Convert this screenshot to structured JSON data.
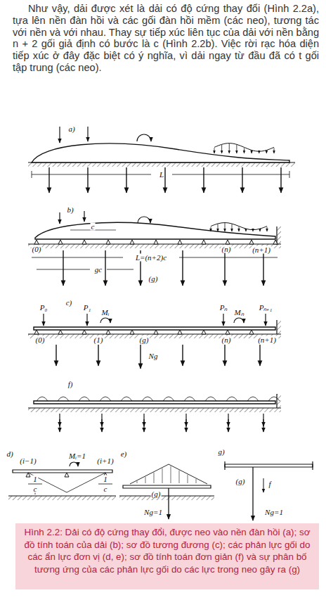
{
  "diagram": {
    "caption": "Hình 2.2: Dải có độ cứng thay đổi, được neo vào nền đàn hồi (a); sơ đồ tính toán của dải (b); sơ đồ tương đương (c); các phản lực gối do các ẩn lực đơn vị (d, e); sơ đồ tính toán đơn giản (f) và sự phân bố tương ứng của các phản lực gối do các lực trong neo gây ra (g)",
    "labels": [
      "Như vậy, dải được xét là dải có độ cứng thay đổi (Hình 2.2a), tựa lên nền đàn hồi và các gối đàn hồi mềm (các neo), tương tác với nền và với nhau. Thay sự tiếp xúc liên tục của dải với nền bằng n + 2 gối giả định có bước là c (Hình 2.2b). Việc rời rạc hóa diện tiếp xúc ở đây đặc biệt có ý nghĩa, vì dải ngay từ đầu đã có t gối tập trung (các neo).",
      "a)",
      "L",
      "b)",
      "(0)",
      "c",
      "(n)",
      "(n+1)",
      "L=(n+2)c",
      "gc",
      "(g)",
      "c)",
      "P₀",
      "P₁",
      "Mᵢ",
      "Pₙ",
      "Mₙ",
      "Pₙ₊₁",
      "(0)",
      "(1)",
      "(g)",
      "(n)",
      "(n+1)",
      "Ng",
      "f)",
      "d)",
      "(i−1)",
      "Mᵢ=1",
      "(i+1)",
      "1",
      "c",
      "1",
      "c",
      "e)",
      "(g)",
      "Ng=1",
      "g)",
      "(g)",
      "f",
      "Ng=1"
    ]
  }
}
